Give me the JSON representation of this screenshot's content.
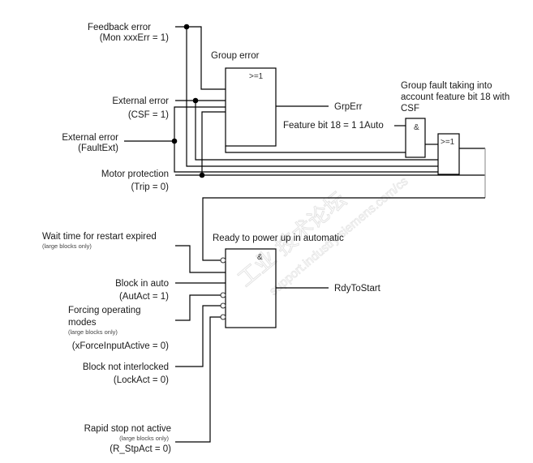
{
  "watermark": {
    "cn_text": "工业  技术论坛",
    "url_text": "support.industry.siemens.com/cs"
  },
  "group_error": {
    "title": "Group error",
    "gate_symbol": ">=1",
    "output": "GrpErr",
    "inputs": [
      {
        "label": "Feedback error",
        "sub": "(Mon xxxErr = 1)"
      },
      {
        "label": "External error",
        "sub": "(CSF = 1)"
      },
      {
        "label": "External error",
        "sub": "(FaultExt)"
      },
      {
        "label": "Motor protection",
        "sub": "(Trip = 0)"
      }
    ]
  },
  "group_fault": {
    "title_lines": [
      "Group fault taking into",
      "account feature bit 18 with",
      "CSF"
    ],
    "feature_label": "Feature bit 18 = 1 1Auto",
    "and_symbol": "&",
    "or_symbol": ">=1"
  },
  "ready": {
    "title": "Ready to power up in automatic",
    "gate_symbol": "&",
    "output": "RdyToStart",
    "inputs": [
      {
        "label": "Wait time for restart expired",
        "note": "(large blocks only)"
      },
      {
        "label": "Block in auto",
        "sub": "(AutAct = 1)"
      },
      {
        "label_lines": [
          "Forcing operating",
          "modes"
        ],
        "note": "(large blocks only)",
        "sub": "(xForceInputActive = 0)"
      },
      {
        "label": "Block not interlocked",
        "sub": "(LockAct = 0)"
      },
      {
        "label": "Rapid stop not active",
        "note": "(large blocks only)",
        "sub": "(R_StpAct = 0)"
      }
    ]
  }
}
